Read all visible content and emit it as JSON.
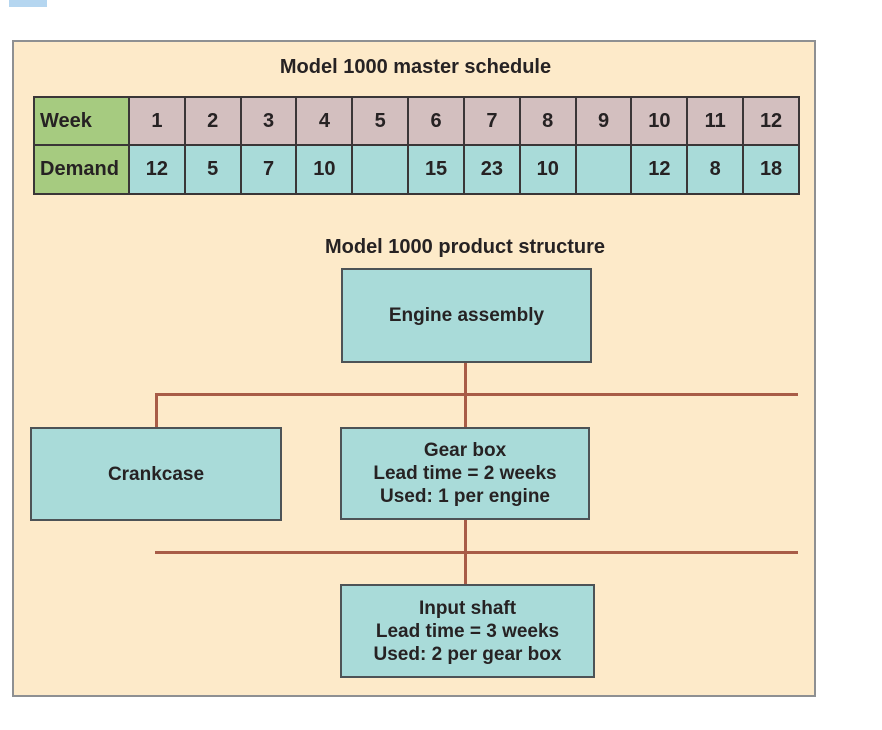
{
  "page": {
    "corner_accent_color": "#b5d6f0",
    "panel_background": "#fdeac9",
    "panel_border": "#8e9092"
  },
  "schedule": {
    "title": "Model 1000 master schedule",
    "row_labels": [
      "Week",
      "Demand"
    ],
    "weeks": [
      "1",
      "2",
      "3",
      "4",
      "5",
      "6",
      "7",
      "8",
      "9",
      "10",
      "11",
      "12"
    ],
    "demand": [
      "12",
      "5",
      "7",
      "10",
      "",
      "15",
      "23",
      "10",
      "",
      "12",
      "8",
      "18"
    ]
  },
  "structure": {
    "title": "Model 1000 product structure",
    "nodes": {
      "engine": {
        "line1": "Engine assembly"
      },
      "crankcase": {
        "line1": "Crankcase"
      },
      "gearbox": {
        "line1": "Gear box",
        "line2": "Lead time = 2 weeks",
        "line3": "Used: 1 per engine"
      },
      "input_shaft": {
        "line1": "Input shaft",
        "line2": "Lead time = 3 weeks",
        "line3": "Used: 2 per gear box"
      }
    }
  },
  "colors": {
    "header_cell_green": "#a6cb80",
    "week_cell_mauve": "#d3bfbf",
    "value_cell_cyan": "#a9dbd9",
    "node_fill": "#a9dbd9",
    "node_border": "#4d5356",
    "connector_line": "#a85c47",
    "table_border": "#3a3637"
  }
}
